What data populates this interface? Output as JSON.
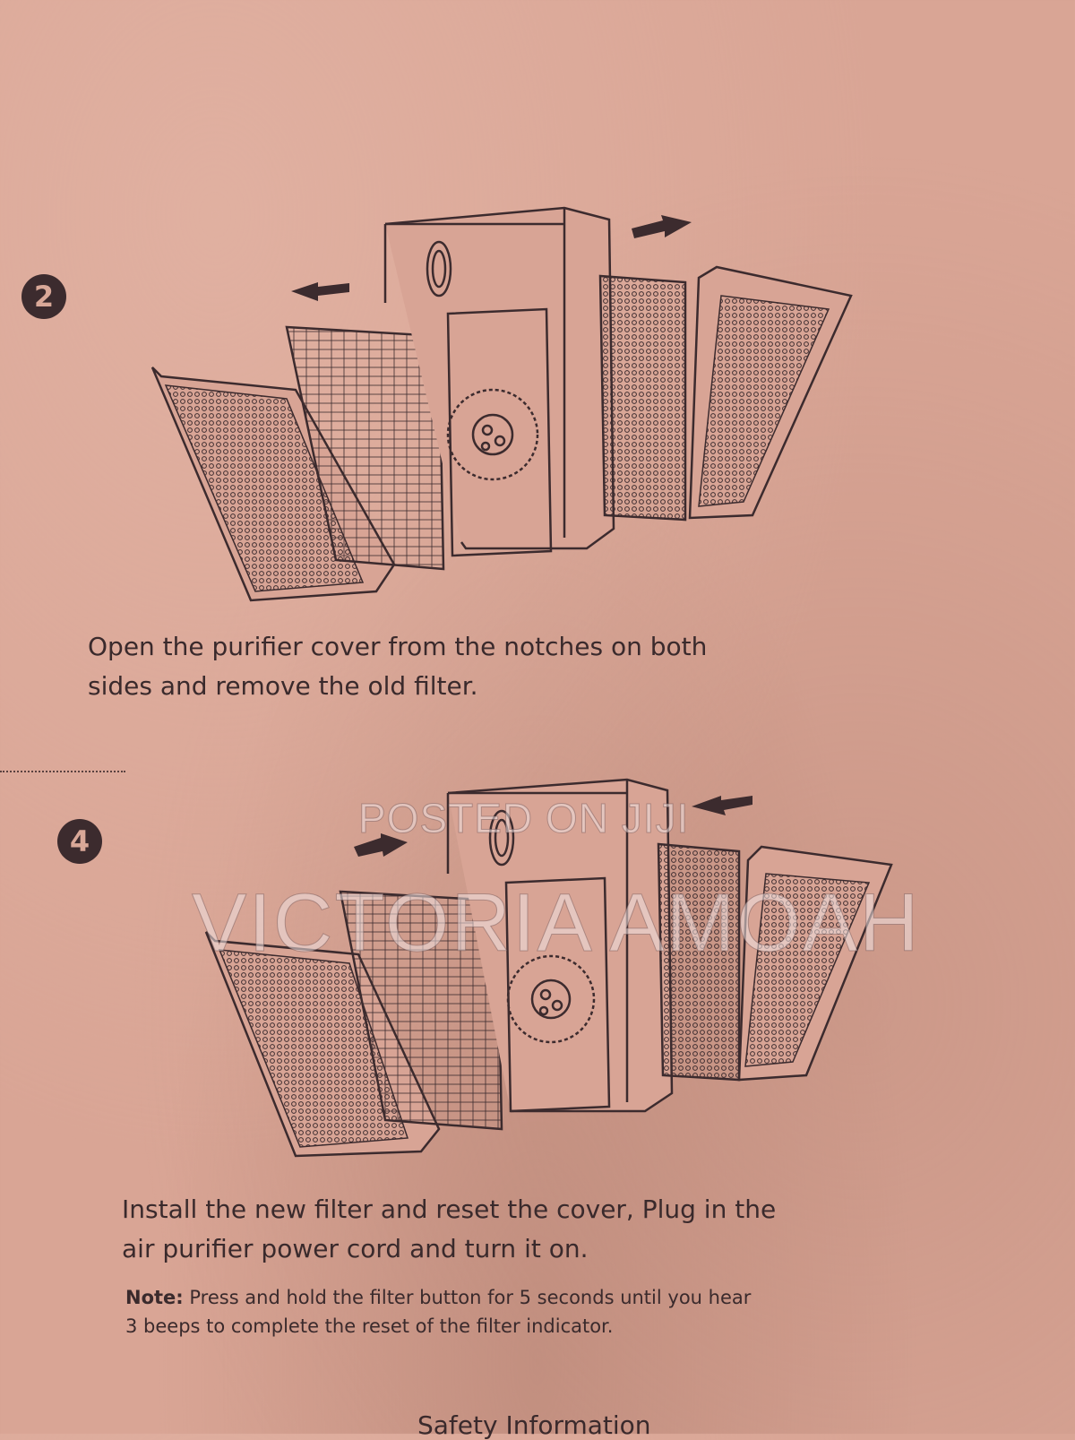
{
  "step_2": {
    "number": "2",
    "caption_line1": "Open the purifier cover from the notches on both",
    "caption_line2": "sides and remove the old filter."
  },
  "step_4": {
    "number": "4",
    "caption_line1": "Install the new filter and reset the cover, Plug in the",
    "caption_line2": "air purifier power cord and turn it on.",
    "note_label": "Note:",
    "note_line1": " Press and hold the filter button for 5 seconds until you hear",
    "note_line2": "3 beeps to complete the reset of the filter indicator."
  },
  "watermark": {
    "line1": "POSTED ON JIJI",
    "line2": "VICTORIA AMOAH"
  },
  "footer": {
    "heading": "Safety Information"
  },
  "colors": {
    "paper": "#d9a595",
    "ink": "#3a2a2c"
  }
}
